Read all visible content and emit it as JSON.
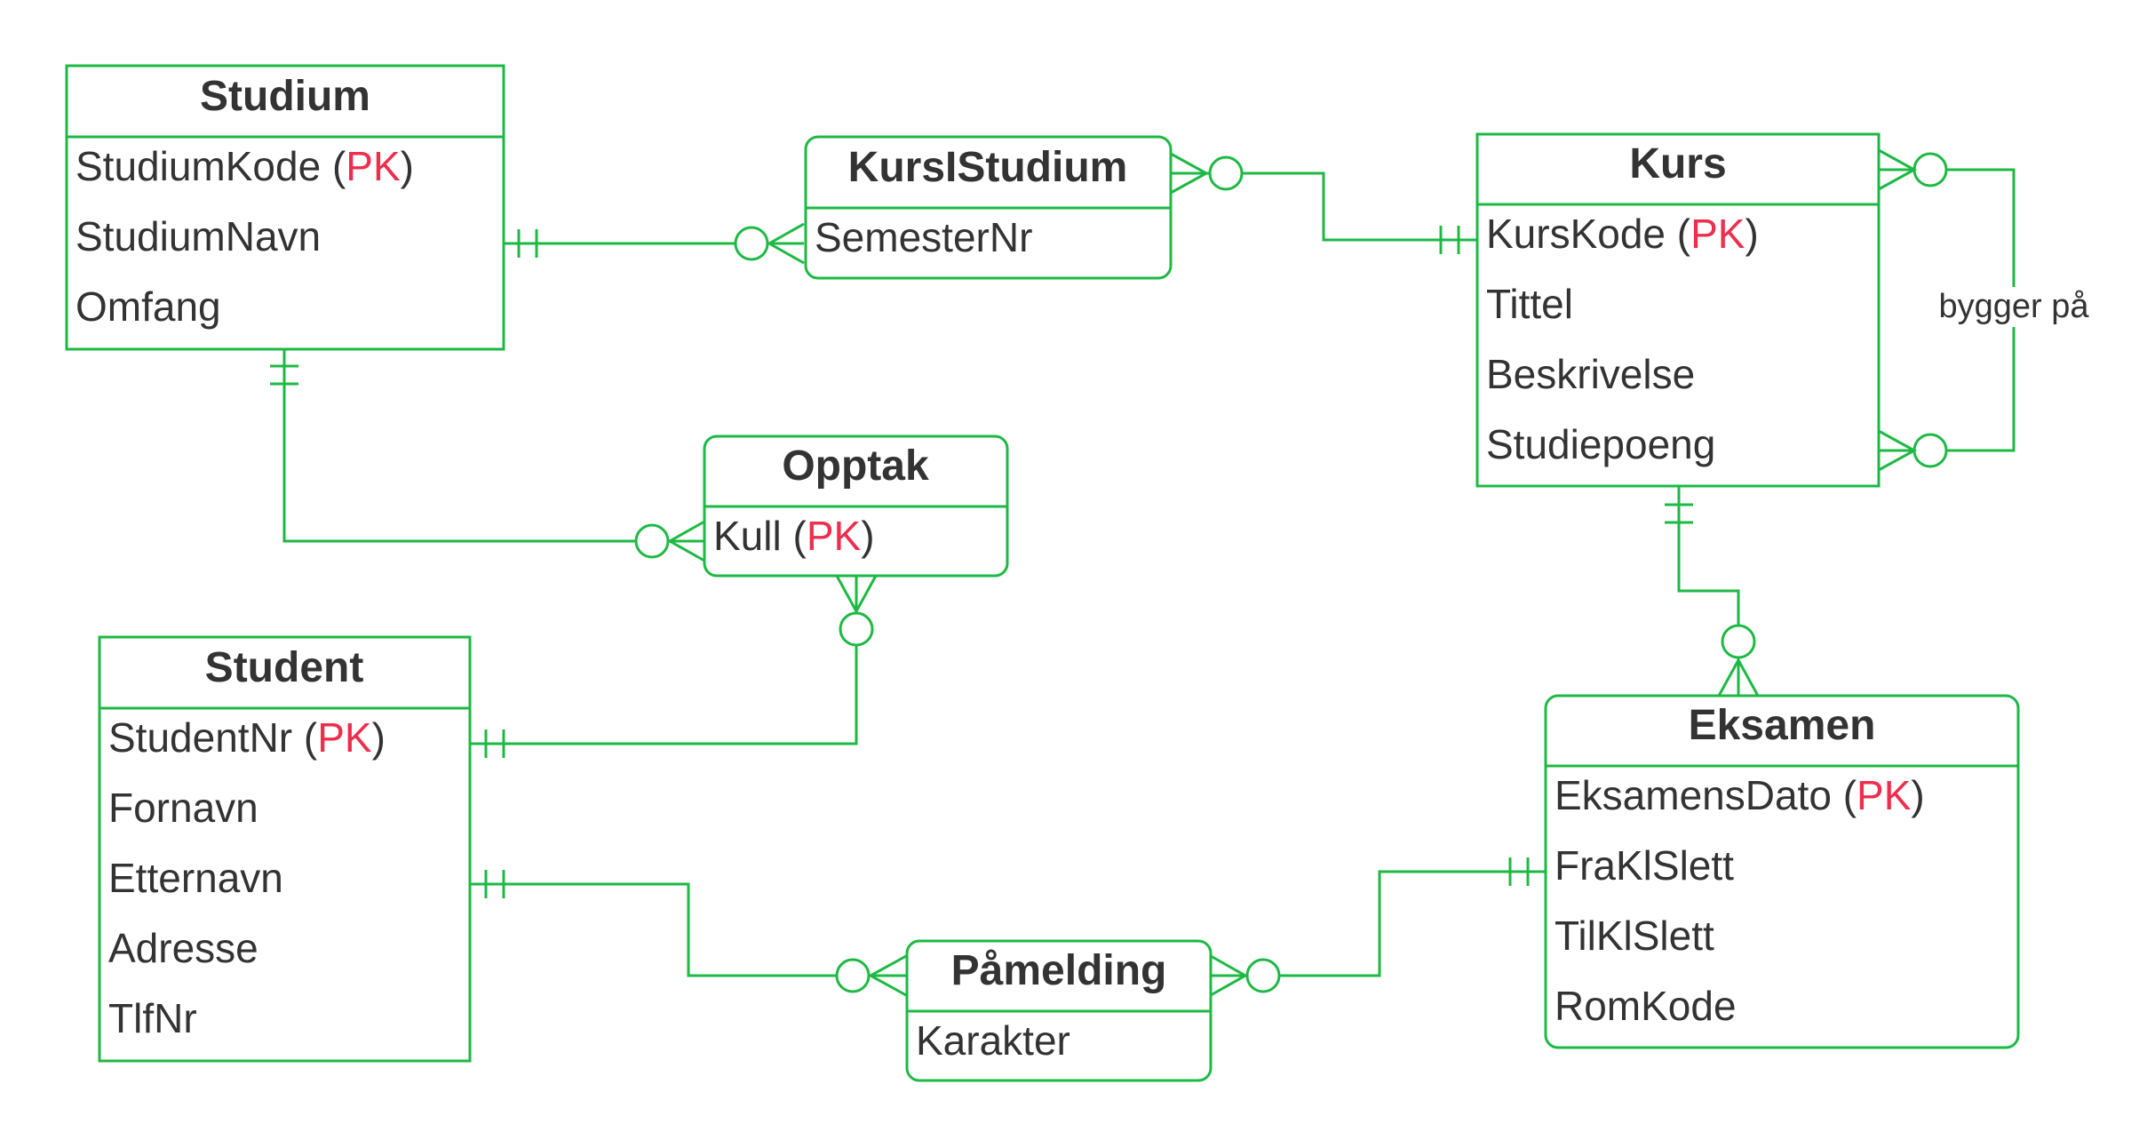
{
  "colors": {
    "line": "#1db944",
    "text": "#333333",
    "pk": "#ed2e4d"
  },
  "pk_label": "PK",
  "entities": {
    "studium": {
      "title": "Studium",
      "attrs": [
        "StudiumKode (",
        "StudiumNavn",
        "Omfang"
      ]
    },
    "kursistudium": {
      "title": "KursIStudium",
      "attrs": [
        "SemesterNr"
      ]
    },
    "kurs": {
      "title": "Kurs",
      "attrs": [
        "KursKode (",
        "Tittel",
        "Beskrivelse",
        "Studiepoeng"
      ]
    },
    "opptak": {
      "title": "Opptak",
      "attrs": [
        "Kull ("
      ]
    },
    "student": {
      "title": "Student",
      "attrs": [
        "StudentNr (",
        "Fornavn",
        "Etternavn",
        "Adresse",
        "TlfNr"
      ]
    },
    "eksamen": {
      "title": "Eksamen",
      "attrs": [
        "EksamensDato (",
        "FraKlSlett",
        "TilKlSlett",
        "RomKode"
      ]
    },
    "pamelding": {
      "title": "Påmelding",
      "attrs": [
        "Karakter"
      ]
    }
  },
  "relationships": {
    "kurs_self_label": "bygger på"
  }
}
